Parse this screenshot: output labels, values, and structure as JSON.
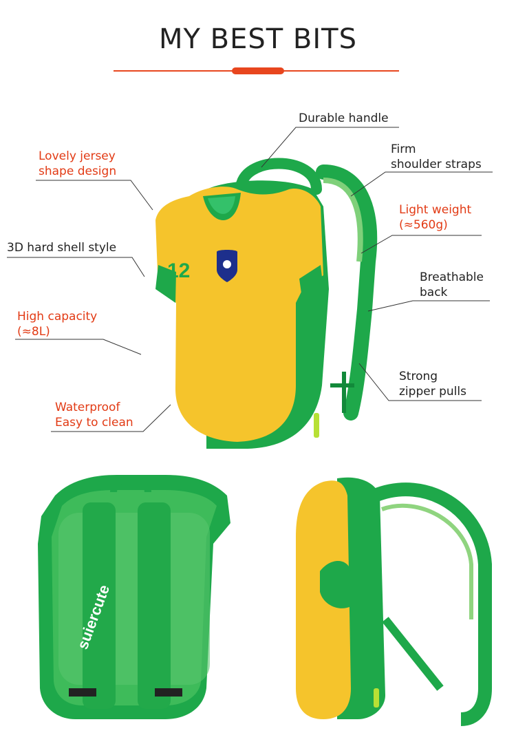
{
  "header": {
    "title": "MY BEST BITS"
  },
  "callouts": {
    "durable_handle": "Durable handle",
    "firm_straps_1": "Firm",
    "firm_straps_2": "shoulder straps",
    "light_weight_1": "Light weight",
    "light_weight_2": "(≈560g)",
    "breathable_1": "Breathable",
    "breathable_2": "back",
    "strong_zipper_1": "Strong",
    "strong_zipper_2": "zipper pulls",
    "jersey_1": "Lovely jersey",
    "jersey_2": "shape design",
    "hard_shell": "3D hard shell style",
    "capacity_1": "High capacity",
    "capacity_2": "(≈8L)",
    "waterproof_1": "Waterproof",
    "waterproof_2": "Easy to clean"
  },
  "product": {
    "jersey_number": "12",
    "brand_logo_text": "suiercute",
    "colors": {
      "yellow": "#f5c42c",
      "green": "#1ea84a",
      "dark_green": "#12893a",
      "accent": "#e8461e"
    }
  }
}
